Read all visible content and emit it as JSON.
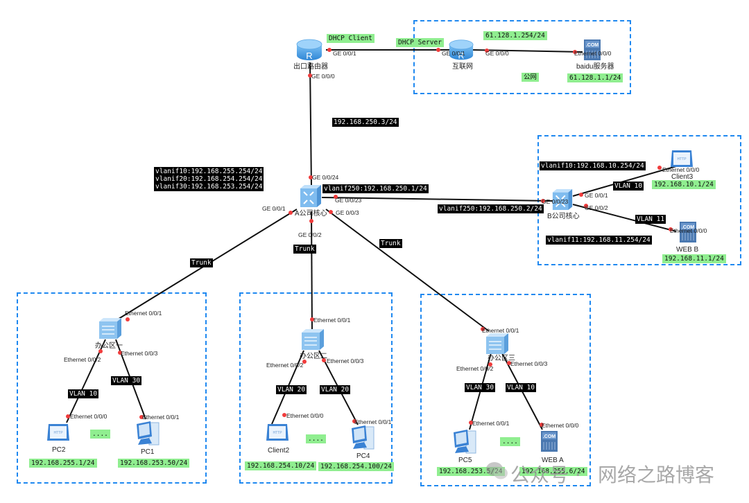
{
  "title": "Network topology diagram",
  "colors": {
    "zone_border": "#1e88f0",
    "link": "#111111",
    "port_dot": "#f03c3c",
    "label_green": "#90ee90",
    "label_black": "#000000"
  },
  "zones": {
    "public": {
      "label": "公网"
    },
    "b_company": {
      "label": ""
    },
    "office1": {
      "label": ""
    },
    "office2": {
      "label": ""
    },
    "office3": {
      "label": ""
    }
  },
  "devices": {
    "exit_router": {
      "name": "出口路由器",
      "icon": "router-icon",
      "ports": {
        "ge001": "GE 0/0/1",
        "ge000": "GE 0/0/0"
      },
      "role_label": "DHCP Client"
    },
    "internet_router": {
      "name": "互联网",
      "icon": "router-icon",
      "ports": {
        "ge001": "GE 0/0/1",
        "ge000": "GE 0/0/0"
      },
      "role_label": "DHCP Server",
      "ip_label": "61.128.1.254/24"
    },
    "baidu_server": {
      "name": "baidu服务器",
      "icon": "server-com-icon",
      "ports": {
        "eth": "Ethernet 0/0/0"
      },
      "ip": "61.128.1.1/24"
    },
    "a_core": {
      "name": "A公司核心",
      "icon": "core-switch-icon",
      "ports": {
        "ge024": "GE 0/0/24",
        "ge023": "GE 0/0/23",
        "ge001": "GE 0/0/1",
        "ge002": "GE 0/0/2",
        "ge003": "GE 0/0/3"
      },
      "vlanif_lines": [
        "vlanif10:192.168.255.254/24",
        "vlanif20:192.168.254.254/24",
        "vlanif30:192.168.253.254/24"
      ],
      "vlanif250": "vlanif250:192.168.250.1/24"
    },
    "b_core": {
      "name": "B公司核心",
      "icon": "core-switch-icon",
      "ports": {
        "ge023": "GE 0/0/23",
        "ge001": "GE 0/0/1",
        "ge002": "GE 0/0/2"
      },
      "vlanif10": "vlanif10:192.168.10.254/24",
      "vlanif11": "vlanif11:192.168.11.254/24",
      "vlanif250": "vlanif250:192.168.250.2/24"
    },
    "client3": {
      "name": "Client3",
      "icon": "http-client-icon",
      "port": "Ethernet 0/0/0",
      "ip": "192.168.10.1/24"
    },
    "web_b": {
      "name": "WEB B",
      "icon": "server-com-icon",
      "port": "Ethernet 0/0/0",
      "ip": "192.168.11.1/24"
    },
    "office1_sw": {
      "name": "办公区一",
      "icon": "access-switch-icon",
      "ports": {
        "up": "Ethernet 0/0/1",
        "left": "Ethernet 0/0/2",
        "right": "Ethernet 0/0/3"
      }
    },
    "office2_sw": {
      "name": "办公区二",
      "icon": "access-switch-icon",
      "ports": {
        "up": "Ethernet 0/0/1",
        "left": "Ethernet 0/0/2",
        "right": "Ethernet 0/0/3"
      }
    },
    "office3_sw": {
      "name": "办公区三",
      "icon": "access-switch-icon",
      "ports": {
        "up": "Ethernet 0/0/1",
        "left": "Ethernet 0/0/2",
        "right": "Ethernet 0/0/3"
      }
    },
    "pc2": {
      "name": "PC2",
      "icon": "http-client-icon",
      "port": "Ethernet 0/0/0",
      "ip": "192.168.255.1/24"
    },
    "pc1": {
      "name": "PC1",
      "icon": "pc-icon",
      "port": "Ethernet 0/0/1",
      "ip": "192.168.253.50/24"
    },
    "client2": {
      "name": "Client2",
      "icon": "http-client-icon",
      "port": "Ethernet 0/0/0",
      "ip": "192.168.254.10/24"
    },
    "pc4": {
      "name": "PC4",
      "icon": "pc-icon",
      "port": "Ethernet 0/0/1",
      "ip": "192.168.254.100/24"
    },
    "pc5": {
      "name": "PC5",
      "icon": "pc-icon",
      "port": "Ethernet 0/0/1",
      "ip": "192.168.253.5/24"
    },
    "web_a": {
      "name": "WEB A",
      "icon": "server-com-icon",
      "port": "Ethernet 0/0/0",
      "ip": "192.168.255.6/24"
    }
  },
  "links": {
    "router_core_ip": "192.168.250.3/24",
    "trunk": "Trunk",
    "vlan10": "VLAN 10",
    "vlan11": "VLAN 11",
    "vlan20": "VLAN 20",
    "vlan30": "VLAN 30"
  },
  "ellipsis": "....",
  "watermark": {
    "prefix": "公众号 ·",
    "name": "网络之路博客"
  }
}
